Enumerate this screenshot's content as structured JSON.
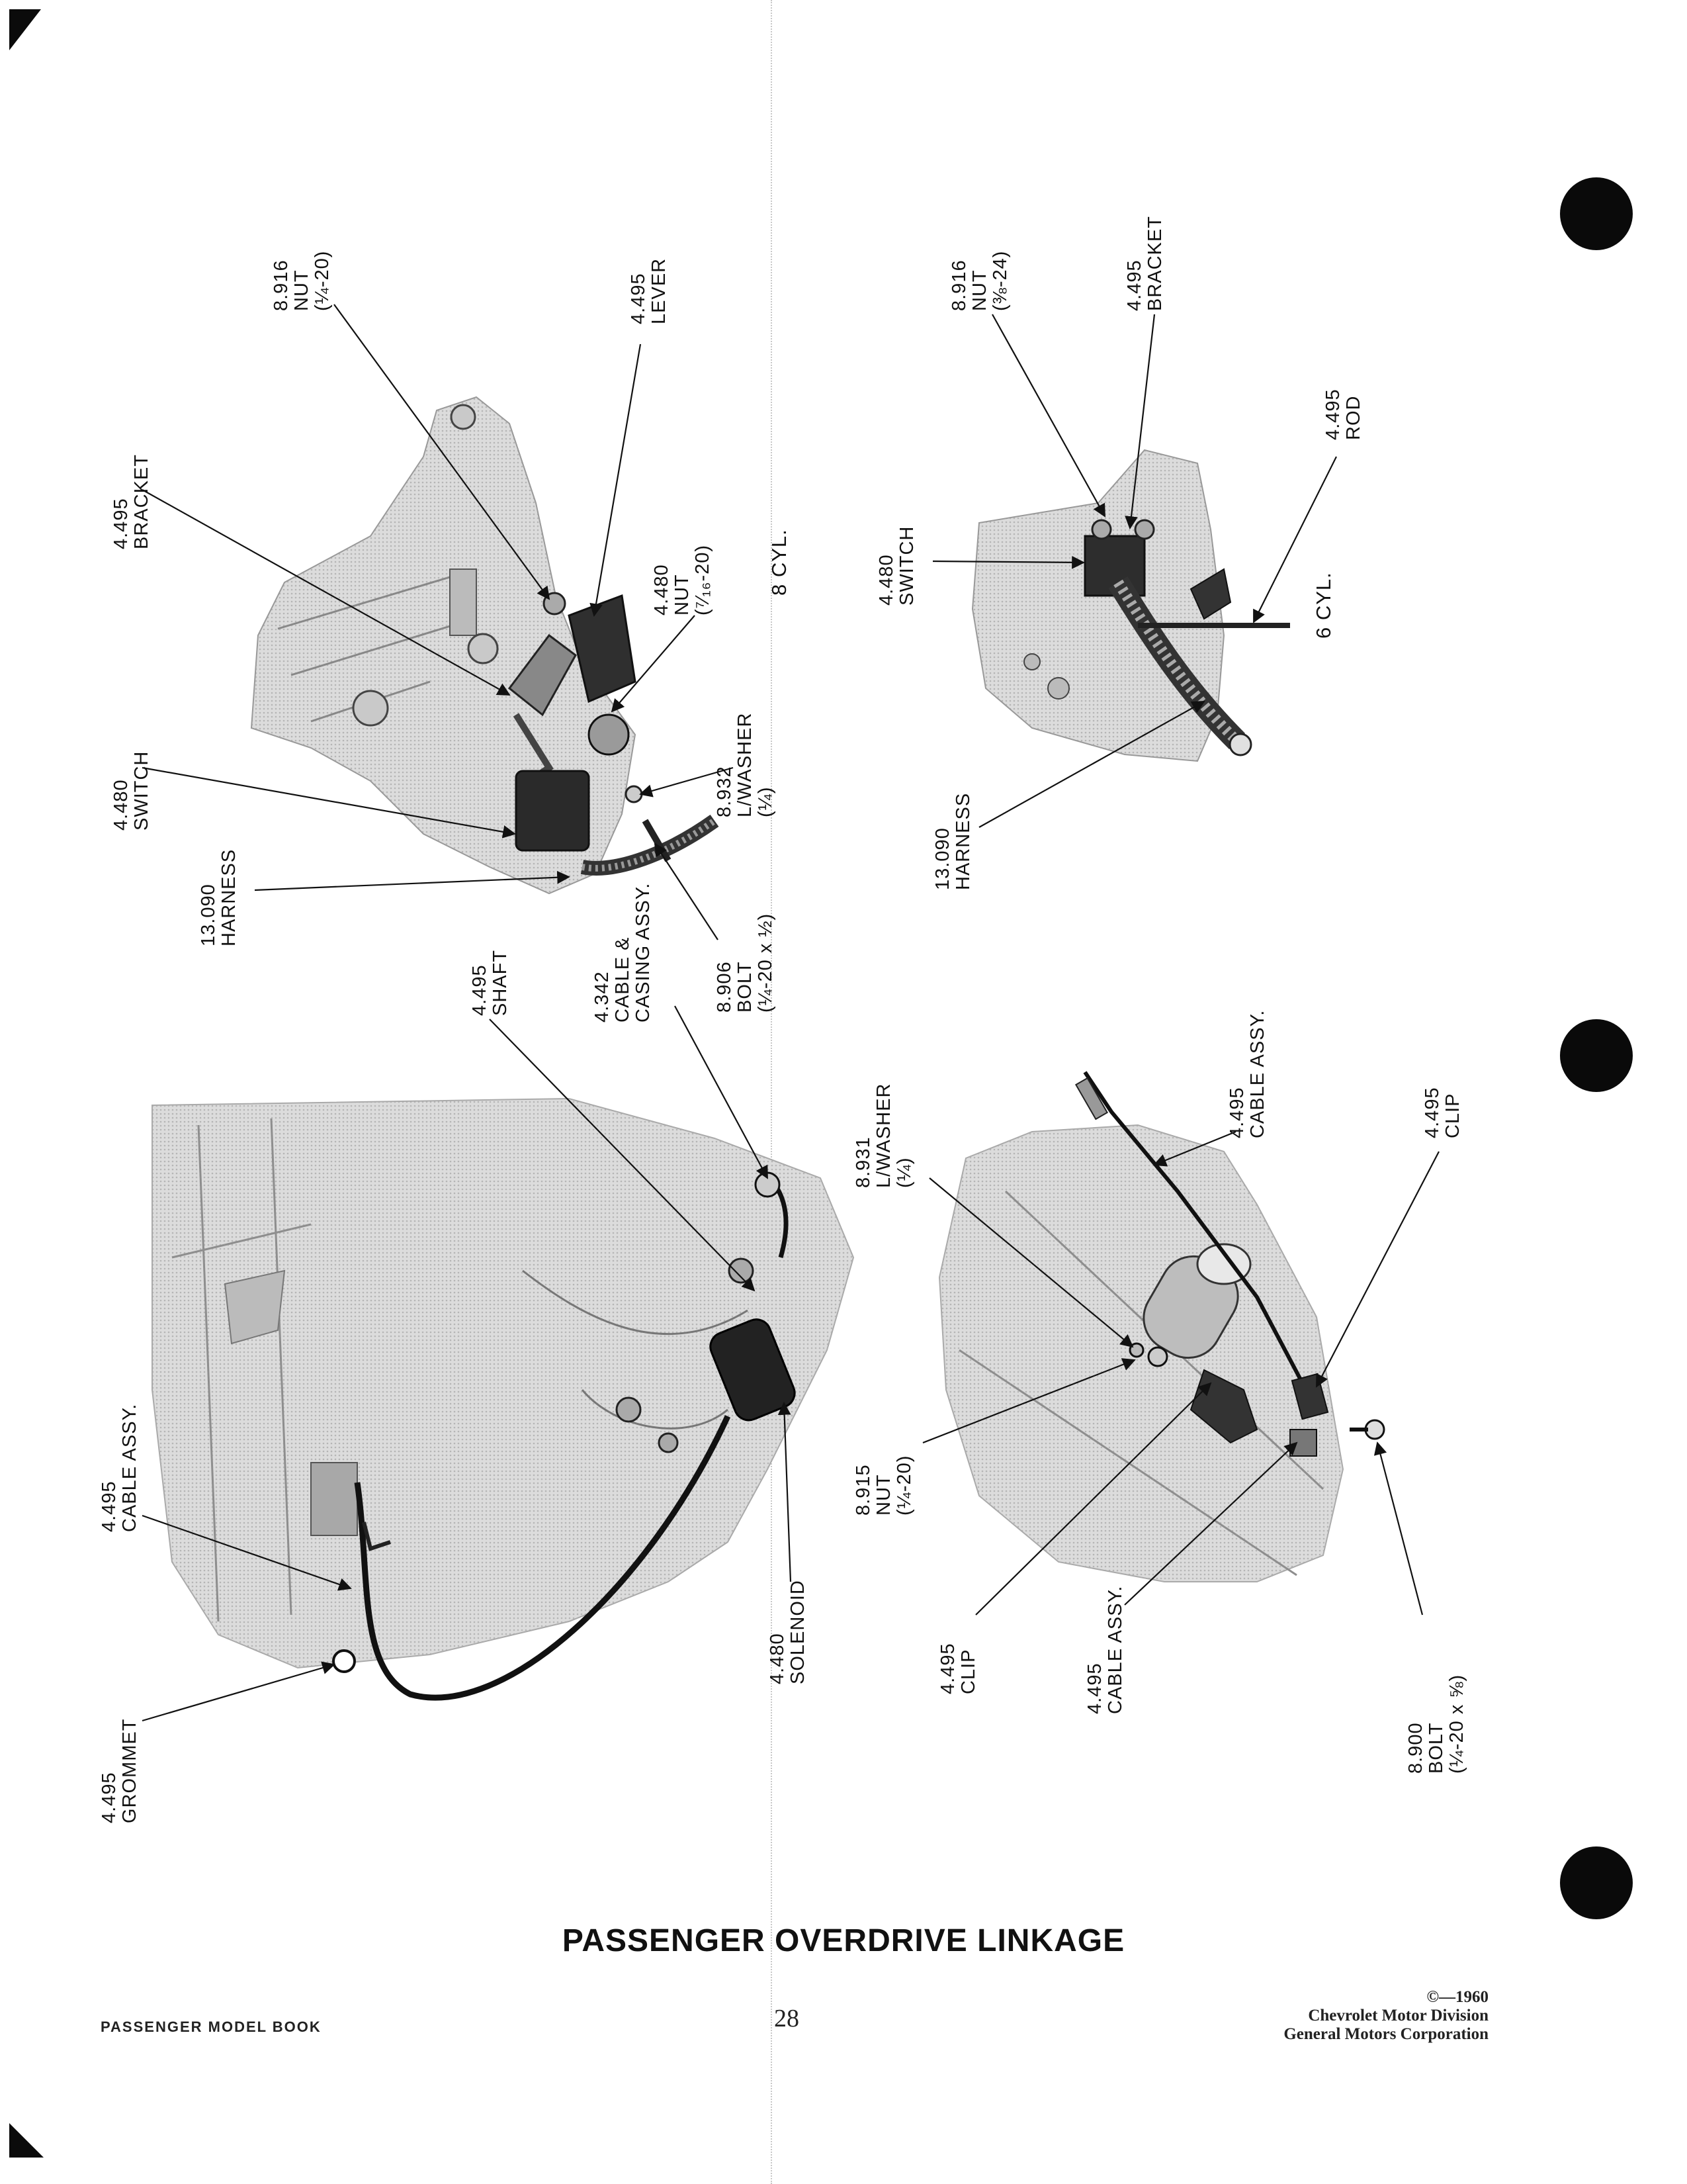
{
  "title": "PASSENGER OVERDRIVE LINKAGE",
  "page_number": "28",
  "footer_left": "PASSENGER MODEL BOOK",
  "footer_right": {
    "copyright": "©—1960",
    "line1": "Chevrolet Motor Division",
    "line2": "General Motors Corporation"
  },
  "views": {
    "eight_cyl": "8 CYL.",
    "six_cyl": "6 CYL."
  },
  "labels": {
    "v8_nut": {
      "num": "8.916",
      "name": "NUT",
      "spec": "(¼-20)"
    },
    "v8_lever": {
      "num": "4.495",
      "name": "LEVER",
      "spec": ""
    },
    "v8_bracket": {
      "num": "4.495",
      "name": "BRACKET",
      "spec": ""
    },
    "v8_nut2": {
      "num": "4.480",
      "name": "NUT",
      "spec": "(⁷⁄₁₆-20)"
    },
    "v8_switch": {
      "num": "4.480",
      "name": "SWITCH",
      "spec": ""
    },
    "v8_lwasher": {
      "num": "8.932",
      "name": "L/WASHER",
      "spec": "(¼)"
    },
    "v8_harness": {
      "num": "13.090",
      "name": "HARNESS",
      "spec": ""
    },
    "v8_bolt": {
      "num": "8.906",
      "name": "BOLT",
      "spec": "(¼-20 x ½)"
    },
    "v6_nut": {
      "num": "8.916",
      "name": "NUT",
      "spec": "(⅜-24)"
    },
    "v6_bracket": {
      "num": "4.495",
      "name": "BRACKET",
      "spec": ""
    },
    "v6_rod": {
      "num": "4.495",
      "name": "ROD",
      "spec": ""
    },
    "v6_switch": {
      "num": "4.480",
      "name": "SWITCH",
      "spec": ""
    },
    "v6_harness": {
      "num": "13.090",
      "name": "HARNESS",
      "spec": ""
    },
    "od_shaft": {
      "num": "4.495",
      "name": "SHAFT",
      "spec": ""
    },
    "od_cable_casing": {
      "num": "4.342",
      "name": "CABLE &",
      "spec": "CASING ASSY."
    },
    "od_cable_assy": {
      "num": "4.495",
      "name": "CABLE ASSY.",
      "spec": ""
    },
    "od_grommet": {
      "num": "4.495",
      "name": "GROMMET",
      "spec": ""
    },
    "od_solenoid": {
      "num": "4.480",
      "name": "SOLENOID",
      "spec": ""
    },
    "sol_lwasher": {
      "num": "8.931",
      "name": "L/WASHER",
      "spec": "(¼)"
    },
    "sol_cable_assy": {
      "num": "4.495",
      "name": "CABLE ASSY.",
      "spec": ""
    },
    "sol_clip": {
      "num": "4.495",
      "name": "CLIP",
      "spec": ""
    },
    "sol_nut": {
      "num": "8.915",
      "name": "NUT",
      "spec": "(¼-20)"
    },
    "sol_clip2": {
      "num": "4.495",
      "name": "CLIP",
      "spec": ""
    },
    "sol_cable_assy2": {
      "num": "4.495",
      "name": "CABLE ASSY.",
      "spec": ""
    },
    "sol_bolt": {
      "num": "8.900",
      "name": "BOLT",
      "spec": "(¼-20 x ⅝)"
    }
  },
  "colors": {
    "ink": "#111111",
    "halftone": "#d4d4d4",
    "halftone_dark": "#9a9a9a",
    "part_dark": "#2a2a2a"
  }
}
